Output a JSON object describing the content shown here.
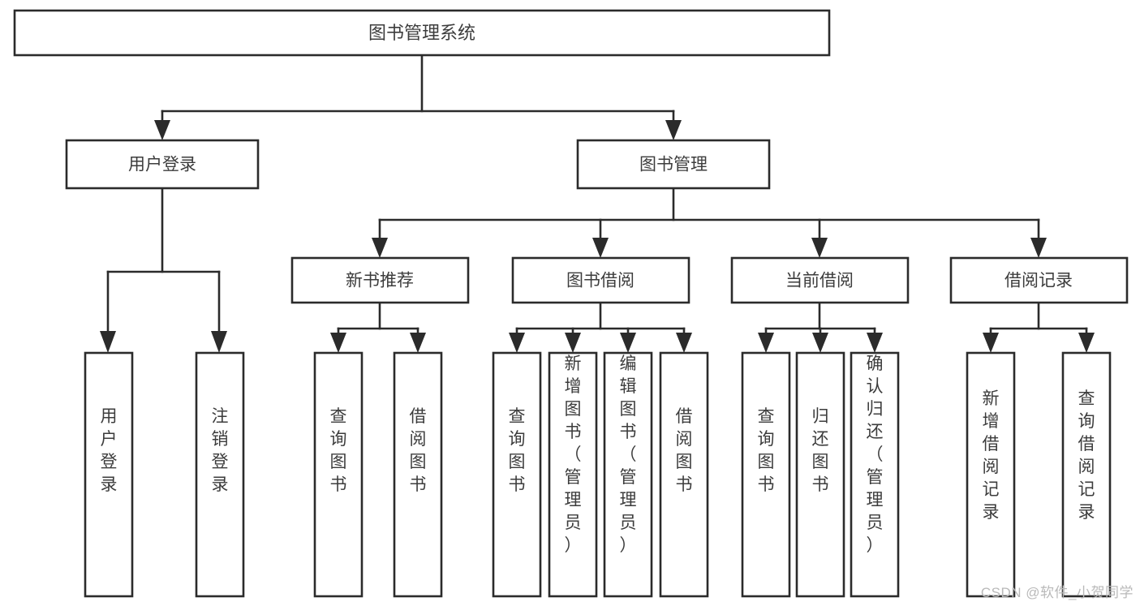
{
  "diagram": {
    "title": "图书管理系统",
    "watermark": "CSDN @软件_小贺同学",
    "type": "tree",
    "root": {
      "label": "图书管理系统"
    },
    "level2": [
      {
        "label": "用户登录"
      },
      {
        "label": "图书管理"
      }
    ],
    "level3": [
      {
        "label": "新书推荐"
      },
      {
        "label": "图书借阅"
      },
      {
        "label": "当前借阅"
      },
      {
        "label": "借阅记录"
      }
    ],
    "leaves": {
      "user_login": [
        {
          "label": "用户登录"
        },
        {
          "label": "注销登录"
        }
      ],
      "new_book_recommend": [
        {
          "label": "查询图书"
        },
        {
          "label": "借阅图书"
        }
      ],
      "book_borrow": [
        {
          "label": "查询图书"
        },
        {
          "label": "新增图书（管理员）"
        },
        {
          "label": "编辑图书（管理员）"
        },
        {
          "label": "借阅图书"
        }
      ],
      "current_borrow": [
        {
          "label": "查询图书"
        },
        {
          "label": "归还图书"
        },
        {
          "label": "确认归还（管理员）"
        }
      ],
      "borrow_record": [
        {
          "label": "新增借阅记录"
        },
        {
          "label": "查询借阅记录"
        }
      ]
    },
    "colors": {
      "stroke": "#2b2b2b",
      "text": "#3c3c3c",
      "background": "#ffffff",
      "watermark": "#b9b9b9"
    }
  }
}
